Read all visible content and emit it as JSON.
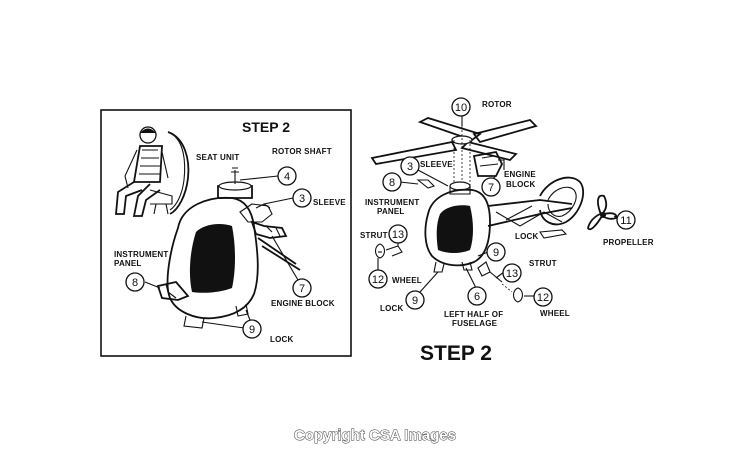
{
  "left_panel": {
    "title": "STEP 2",
    "labels": {
      "seat_unit": "SEAT UNIT",
      "rotor_shaft": "ROTOR SHAFT",
      "sleeve": "SLEEVE",
      "instrument_panel_1": "INSTRUMENT",
      "instrument_panel_2": "PANEL",
      "engine_block": "ENGINE BLOCK",
      "lock": "LOCK"
    },
    "callouts": {
      "c4": "4",
      "c3": "3",
      "c8": "8",
      "c7": "7",
      "c9": "9"
    }
  },
  "right_panel": {
    "title": "STEP 2",
    "labels": {
      "rotor": "ROTOR",
      "sleeve": "SLEEVE",
      "engine_1": "ENGINE",
      "engine_2": "BLOCK",
      "instrument_1": "INSTRUMENT",
      "instrument_2": "PANEL",
      "strut_a": "STRUT",
      "wheel_a": "WHEEL",
      "lock_a": "LOCK",
      "lock_b": "LOCK",
      "strut_b": "STRUT",
      "fuselage_1": "LEFT HALF OF",
      "fuselage_2": "FUSELAGE",
      "wheel_b": "WHEEL",
      "propeller": "PROPELLER"
    },
    "callouts": {
      "c10": "10",
      "c3": "3",
      "c8": "8",
      "c7": "7",
      "c13a": "13",
      "c12a": "12",
      "c9a": "9",
      "c9b": "9",
      "c6": "6",
      "c13b": "13",
      "c12b": "12",
      "c11": "11"
    }
  },
  "watermark": "Copyright CSA Images"
}
